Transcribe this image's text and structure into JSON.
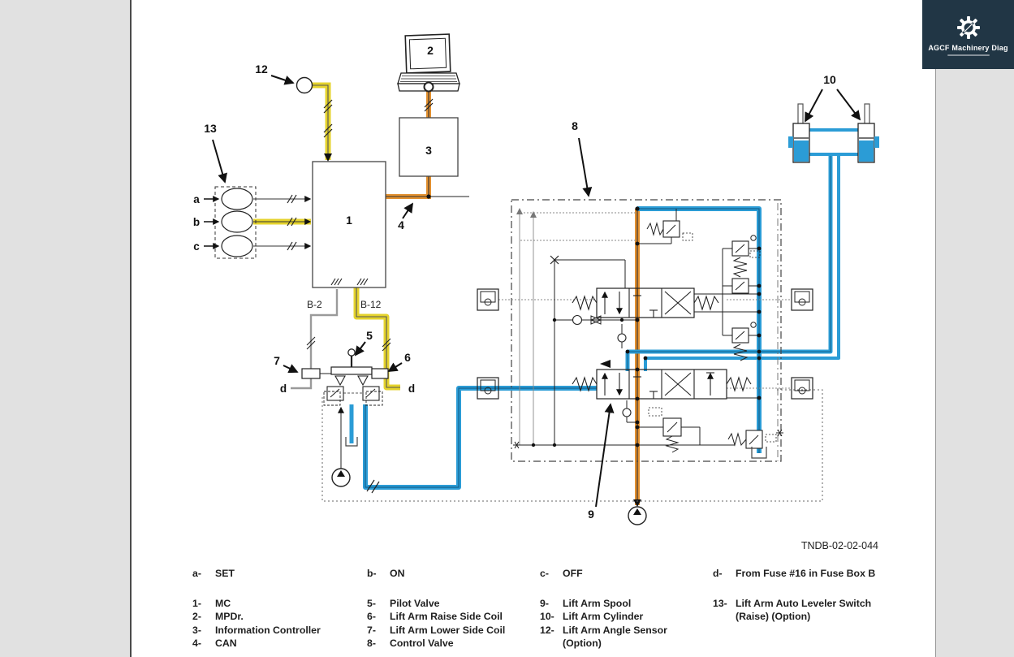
{
  "logo": {
    "title": "AGCF Machinery Diag"
  },
  "figure": {
    "ref_code": "TNDB-02-02-044",
    "callouts": {
      "c1": "1",
      "c2": "2",
      "c3": "3",
      "c4": "4",
      "c5": "5",
      "c6": "6",
      "c7": "7",
      "c8": "8",
      "c9": "9",
      "c10": "10",
      "c12": "12",
      "c13": "13",
      "a": "a",
      "b": "b",
      "c": "c",
      "d_left": "d",
      "d_right": "d",
      "b2": "B-2",
      "b12": "B-12"
    }
  },
  "legend": {
    "letters": [
      {
        "key": "a-",
        "label": "SET"
      },
      {
        "key": "b-",
        "label": "ON"
      },
      {
        "key": "c-",
        "label": "OFF"
      },
      {
        "key": "d-",
        "label": "From Fuse #16 in Fuse Box B"
      }
    ],
    "col1": [
      {
        "key": "1-",
        "label": "MC"
      },
      {
        "key": "2-",
        "label": "MPDr."
      },
      {
        "key": "3-",
        "label": "Information Controller"
      },
      {
        "key": "4-",
        "label": "CAN"
      }
    ],
    "col2": [
      {
        "key": "5-",
        "label": "Pilot Valve"
      },
      {
        "key": "6-",
        "label": "Lift Arm Raise Side Coil"
      },
      {
        "key": "7-",
        "label": "Lift Arm Lower Side Coil"
      },
      {
        "key": "8-",
        "label": "Control Valve"
      }
    ],
    "col3": [
      {
        "key": "9-",
        "label": "Lift Arm Spool"
      },
      {
        "key": "10-",
        "label": "Lift Arm Cylinder"
      },
      {
        "key": "12-",
        "label": "Lift Arm Angle Sensor",
        "label2": "(Option)"
      }
    ],
    "col4": [
      {
        "key": "13-",
        "label": "Lift Arm Auto Leveler Switch",
        "label2": "(Raise) (Option)"
      }
    ]
  },
  "colors": {
    "wire_yellow": "#e5d32c",
    "wire_orange": "#e2902f",
    "pipe_blue": "#2b9cd6",
    "logo_bg": "#213645"
  }
}
